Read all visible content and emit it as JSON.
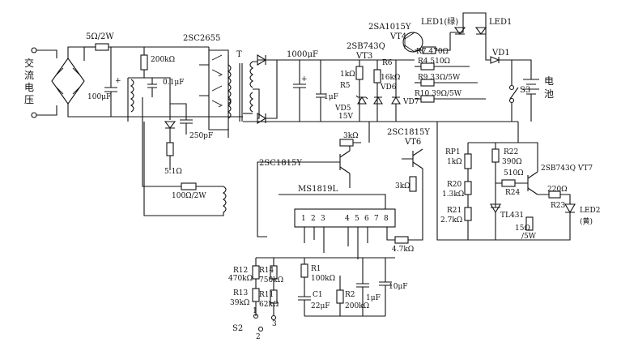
{
  "left_input": {
    "ch1": "交",
    "ch2": "流",
    "ch3": "电",
    "ch4": "压"
  },
  "battery_label": {
    "ch1": "电",
    "ch2": "池"
  },
  "fuse_res": "5Ω/2W",
  "r_200k": "200kΩ",
  "cap_100u": "100μF",
  "cap_01u": "0.1μF",
  "cap_250p": "250pF",
  "res_51": "5.1Ω",
  "res_100_2w": "100Ω/2W",
  "q_2sc2655": "2SC2655",
  "transformer": "T",
  "cap_1000u": "1000μF",
  "cap_1u_a": "1μF",
  "vt4": {
    "type": "2SA1015Y",
    "name": "VT4"
  },
  "vt3": {
    "type": "2SB743Q",
    "name": "VT3"
  },
  "led1": "LED1(绿)",
  "led1_right": "LED1",
  "r7": "R7 470Ω",
  "r6": "R6",
  "r6_val": "16kΩ",
  "r5": "1kΩ",
  "r5_name": "R5",
  "vd6": "VD6",
  "r4": "R4  510Ω",
  "r9": "R9  33Ω/5W",
  "r10": "R10  39Ω/5W",
  "vd5_zener": "VD5",
  "vd5_val": "15V",
  "vd7": "VD7",
  "vd_top": "VD1",
  "s3": "S3",
  "vt6": {
    "type": "2SC1815Y",
    "name": "VT6"
  },
  "r_3k_a": "3kΩ",
  "vt5": "2SC1815Y",
  "r_3k_b": "3kΩ",
  "ic": "MS1819L",
  "pins": [
    "1",
    "2",
    "3",
    "4",
    "5",
    "6",
    "7",
    "8"
  ],
  "r_47k": "4.7kΩ",
  "rp1": {
    "name": "RP1",
    "val": "1kΩ"
  },
  "r20": {
    "name": "R20",
    "val": "1.3kΩ"
  },
  "r21": {
    "name": "R21",
    "val": "2.7kΩ"
  },
  "r22": {
    "name": "R22",
    "val": "390Ω"
  },
  "r510": "510Ω",
  "r24": "R24",
  "vt7": "2SB743Q VT7",
  "r220": "220Ω",
  "r23": "R23",
  "led2": {
    "name": "LED2",
    "color": "(黄)"
  },
  "tl431": "TL431",
  "r15": {
    "val": "15Ω",
    "w": "/5W"
  },
  "r12": {
    "name": "R12",
    "val": "470kΩ"
  },
  "r13": {
    "name": "R13",
    "val": "39kΩ"
  },
  "r14": {
    "name": "R14",
    "val": "750kΩ"
  },
  "r11": {
    "name": "R11",
    "val": "62kΩ"
  },
  "s2": "S2",
  "sw_pos": [
    "1",
    "2",
    "3"
  ],
  "r1": {
    "name": "R1",
    "val": "100kΩ"
  },
  "r2": {
    "name": "R2",
    "val": "200kΩ"
  },
  "c1": {
    "name": "C1",
    "val": "22μF"
  },
  "c_1u_b": "1μF",
  "c_10u": "10μF"
}
